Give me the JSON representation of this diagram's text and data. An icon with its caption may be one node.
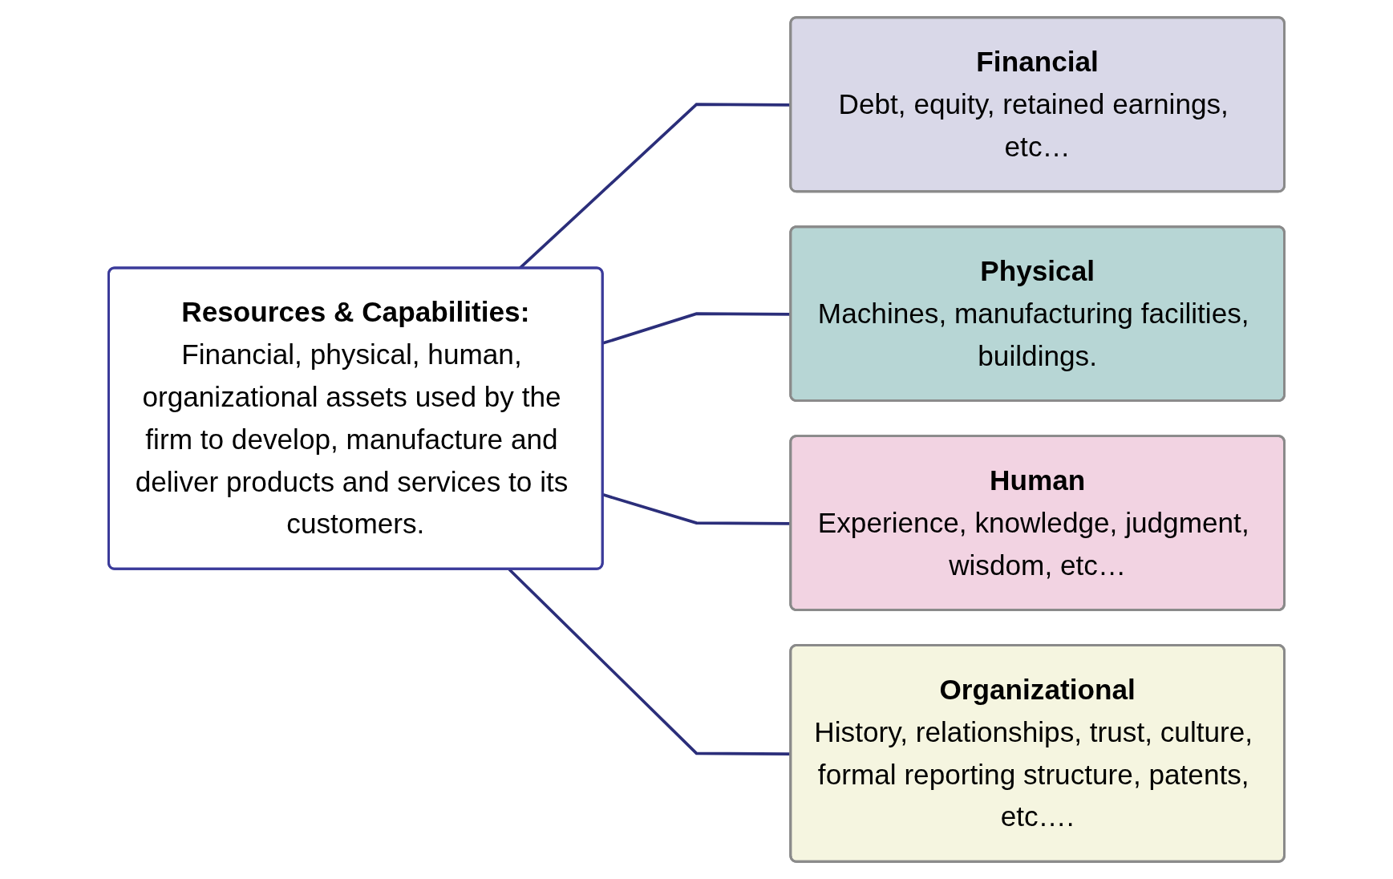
{
  "diagram": {
    "nodes": [
      {
        "text": [
          "Resources & Capabilities:",
          "Financial, physical, human, organizational assets used by the firm to develop, manufacture and deliver products and services to its customers."
        ]
      },
      {
        "text": [
          "Financial",
          "Debt, equity, retained earnings, etc…"
        ]
      },
      {
        "text": [
          "Physical",
          "Machines, manufacturing facilities, buildings."
        ]
      },
      {
        "text": [
          "Human",
          "Experience, knowledge, judgment, wisdom, etc…"
        ]
      },
      {
        "text": [
          "Organizational",
          "History, relationships, trust, culture, formal reporting structure, patents, etc…."
        ]
      }
    ],
    "edges": [
      {
        "from": 0,
        "to": 1,
        "arrow": "none"
      },
      {
        "from": 0,
        "to": 2,
        "arrow": "none"
      },
      {
        "from": 0,
        "to": 3,
        "arrow": "none"
      },
      {
        "from": 0,
        "to": 4,
        "arrow": "none"
      }
    ]
  }
}
